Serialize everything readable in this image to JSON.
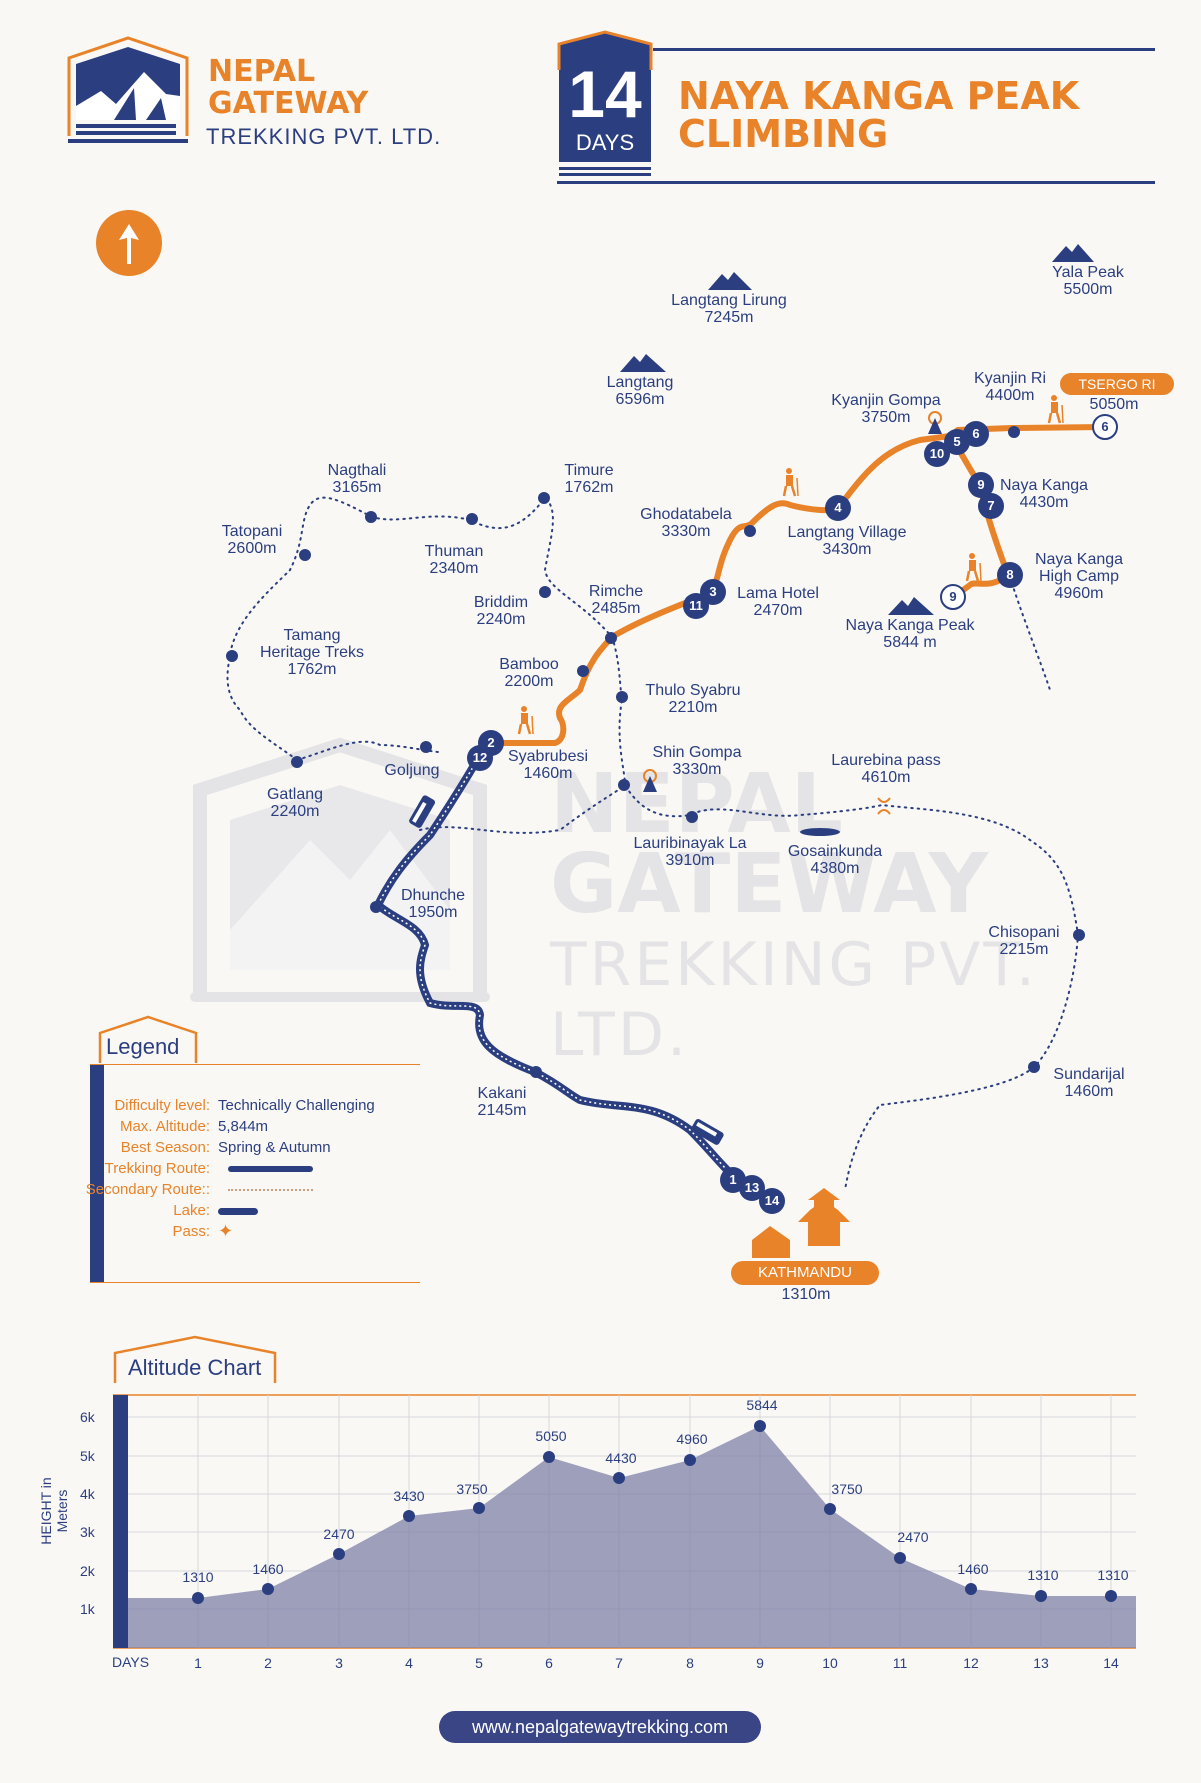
{
  "brand": {
    "line1": "NEPAL",
    "line2": "GATEWAY",
    "line3": "TREKKING PVT. LTD."
  },
  "header": {
    "days_number": "14",
    "days_label": "DAYS",
    "title_line1": "NAYA KANGA PEAK",
    "title_line2": "CLIMBING"
  },
  "compass": {
    "icon": "north-arrow-icon"
  },
  "peaks": [
    {
      "name": "Langtang Lirung",
      "alt": "7245m"
    },
    {
      "name": "Yala Peak",
      "alt": "5500m"
    },
    {
      "name": "Langtang",
      "alt": "6596m"
    },
    {
      "name": "Naya Kanga Peak",
      "alt": "5844 m"
    }
  ],
  "places": {
    "kyanjin_ri": {
      "name": "Kyanjin Ri",
      "alt": "4400m"
    },
    "tsergo_ri": {
      "name": "TSERGO RI",
      "alt": "5050m"
    },
    "kyanjin_gompa": {
      "name": "Kyanjin Gompa",
      "alt": "3750m"
    },
    "naya_kanga": {
      "name": "Naya Kanga",
      "alt": "4430m"
    },
    "naya_kanga_hc": {
      "name": "Naya Kanga\nHigh Camp",
      "line1": "Naya Kanga",
      "line2": "High Camp",
      "alt": "4960m"
    },
    "langtang_village": {
      "name": "Langtang Village",
      "alt": "3430m"
    },
    "ghodatabela": {
      "name": "Ghodatabela",
      "alt": "3330m"
    },
    "lama_hotel": {
      "name": "Lama Hotel",
      "alt": "2470m"
    },
    "rimche": {
      "name": "Rimche",
      "alt": "2485m"
    },
    "bamboo": {
      "name": "Bamboo",
      "alt": "2200m"
    },
    "syabrubesi": {
      "name": "Syabrubesi",
      "alt": "1460m"
    },
    "goljung": {
      "name": "Goljung"
    },
    "gatlang": {
      "name": "Gatlang",
      "alt": "2240m"
    },
    "tamang": {
      "line1": "Tamang",
      "line2": "Heritage Treks",
      "alt": "1762m"
    },
    "tatopani": {
      "name": "Tatopani",
      "alt": "2600m"
    },
    "nagthali": {
      "name": "Nagthali",
      "alt": "3165m"
    },
    "thuman": {
      "name": "Thuman",
      "alt": "2340m"
    },
    "timure": {
      "name": "Timure",
      "alt": "1762m"
    },
    "briddim": {
      "name": "Briddim",
      "alt": "2240m"
    },
    "thulo_syabru": {
      "name": "Thulo Syabru",
      "alt": "2210m"
    },
    "shin_gompa": {
      "name": "Shin Gompa",
      "alt": "3330m"
    },
    "laurebina_pass": {
      "name": "Laurebina pass",
      "alt": "4610m"
    },
    "lauribinayak": {
      "name": "Lauribinayak La",
      "alt": "3910m"
    },
    "gosainkunda": {
      "name": "Gosainkunda",
      "alt": "4380m"
    },
    "dhunche": {
      "name": "Dhunche",
      "alt": "1950m"
    },
    "chisopani": {
      "name": "Chisopani",
      "alt": "2215m"
    },
    "sundarijal": {
      "name": "Sundarijal",
      "alt": "1460m"
    },
    "kakani": {
      "name": "Kakani",
      "alt": "2145m"
    },
    "kathmandu": {
      "name": "KATHMANDU",
      "alt": "1310m"
    }
  },
  "day_markers": [
    "1",
    "2",
    "3",
    "4",
    "5",
    "6",
    "7",
    "8",
    "9",
    "10",
    "11",
    "12",
    "13",
    "14",
    "6",
    "9"
  ],
  "legend": {
    "title": "Legend",
    "rows": [
      {
        "key": "Difficulty level:",
        "value": "Technically Challenging"
      },
      {
        "key": "Max. Altitude:",
        "value": "5,844m"
      },
      {
        "key": "Best Season:",
        "value": "Spring & Autumn"
      },
      {
        "key": "Trekking Route:",
        "value": ""
      },
      {
        "key": "Secondary Route::",
        "value": ""
      },
      {
        "key": "Lake:",
        "value": ""
      },
      {
        "key": "Pass:",
        "value": ""
      }
    ]
  },
  "watermark": {
    "line1": "NEPAL",
    "line2": "GATEWAY",
    "line3": "TREKKING PVT. LTD."
  },
  "chart_data": {
    "type": "area",
    "title": "Altitude Chart",
    "xlabel": "DAYS",
    "ylabel": "HEIGHT in Meters",
    "categories": [
      "1",
      "2",
      "3",
      "4",
      "5",
      "6",
      "7",
      "8",
      "9",
      "10",
      "11",
      "12",
      "13",
      "14"
    ],
    "values": [
      1310,
      1460,
      2470,
      3430,
      3750,
      5050,
      4430,
      4960,
      5844,
      3750,
      2470,
      1460,
      1310,
      1310
    ],
    "yticks": [
      "1k",
      "2k",
      "3k",
      "4k",
      "5k",
      "6k"
    ],
    "ylim": [
      0,
      6500
    ],
    "grid": true
  },
  "footer": {
    "url": "www.nepalgatewaytrekking.com"
  },
  "colors": {
    "navy": "#2b3f80",
    "orange": "#e8832a",
    "background": "#faf8f4",
    "chart_fill": "#9a9cbb"
  }
}
